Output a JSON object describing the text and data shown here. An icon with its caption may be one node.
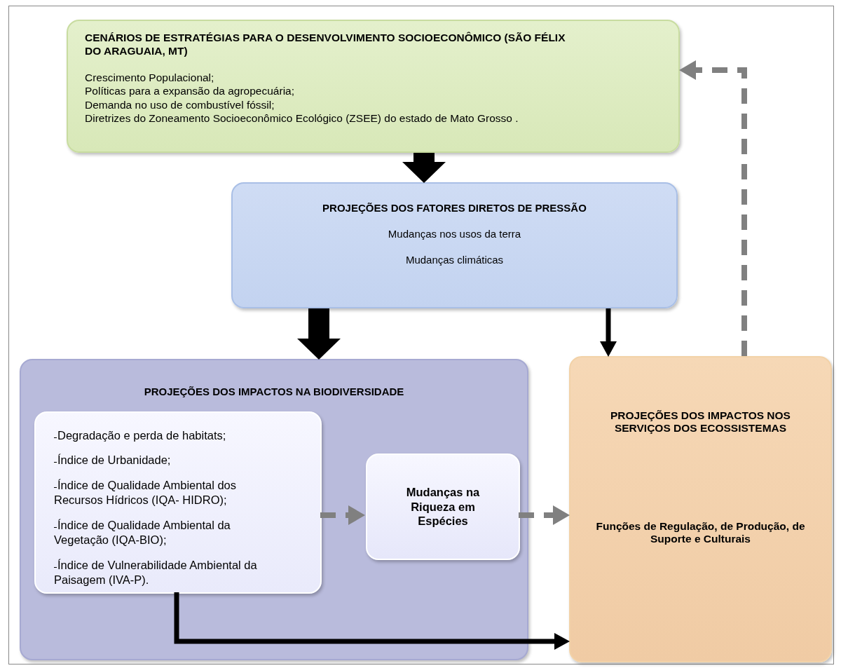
{
  "diagram": {
    "nodes": [
      {
        "text": [
          "CENÁRIOS DE ESTRATÉGIAS PARA O DESENVOLVIMENTO SOCIOECONÔMICO (SÃO FÉLIX DO ARAGUAIA, MT)",
          "Crescimento Populacional;",
          "Políticas para a expansão da agropecuária;",
          "Demanda no uso de combustível fóssil;",
          "Diretrizes do Zoneamento Socioeconômico Ecológico (ZSEE) do estado de Mato Grosso ."
        ]
      },
      {
        "text": [
          "PROJEÇÕES DOS FATORES DIRETOS DE PRESSÃO",
          "Mudanças nos usos da terra",
          "Mudanças climáticas"
        ]
      },
      {
        "text": [
          "PROJEÇÕES DOS IMPACTOS NA BIODIVERSIDADE"
        ]
      },
      {
        "text": [
          "Degradação e perda de habitats;",
          "Índice de Urbanidade;",
          "Índice de Qualidade Ambiental dos Recursos Hídricos (IQA- HIDRO);",
          "Índice de Qualidade Ambiental da Vegetação (IQA-BIO);",
          "Índice de Vulnerabilidade Ambiental da Paisagem (IVA-P)."
        ],
        "in": 2
      },
      {
        "text": [
          "Mudanças na Riqueza em Espécies"
        ],
        "in": 2
      },
      {
        "text": [
          "PROJEÇÕES DOS IMPACTOS NOS SERVIÇOS DOS ECOSSISTEMAS",
          "Funções de Regulação, de Produção, de Suporte e Culturais"
        ]
      }
    ],
    "edges": [
      {
        "from": 0,
        "to": 1,
        "arrow": "to",
        "style": "thick"
      },
      {
        "from": 1,
        "to": 2,
        "arrow": "to",
        "style": "thick"
      },
      {
        "from": 1,
        "to": 5,
        "arrow": "to"
      },
      {
        "from": 3,
        "to": 4,
        "arrow": "to",
        "style": "dashed",
        "color": "#808080"
      },
      {
        "from": 4,
        "to": 5,
        "arrow": "to",
        "style": "dashed",
        "color": "#808080"
      },
      {
        "from": 3,
        "to": 5,
        "arrow": "to"
      },
      {
        "from": 5,
        "to": 0,
        "arrow": "to",
        "style": "dashed",
        "color": "#808080"
      }
    ]
  }
}
